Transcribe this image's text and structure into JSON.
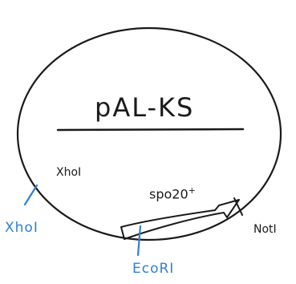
{
  "plasmid": {
    "name": "pAL-KS"
  },
  "sites": {
    "xhoi_inner": "XhoI",
    "xhoi_outer": "XhoI",
    "ecori": "EcoRI",
    "noti": "NotI"
  },
  "insert": {
    "name": "spo20",
    "superscript": "+"
  },
  "colors": {
    "ink": "#1a1a1a",
    "blue_annotation": "#2f7fd6"
  }
}
